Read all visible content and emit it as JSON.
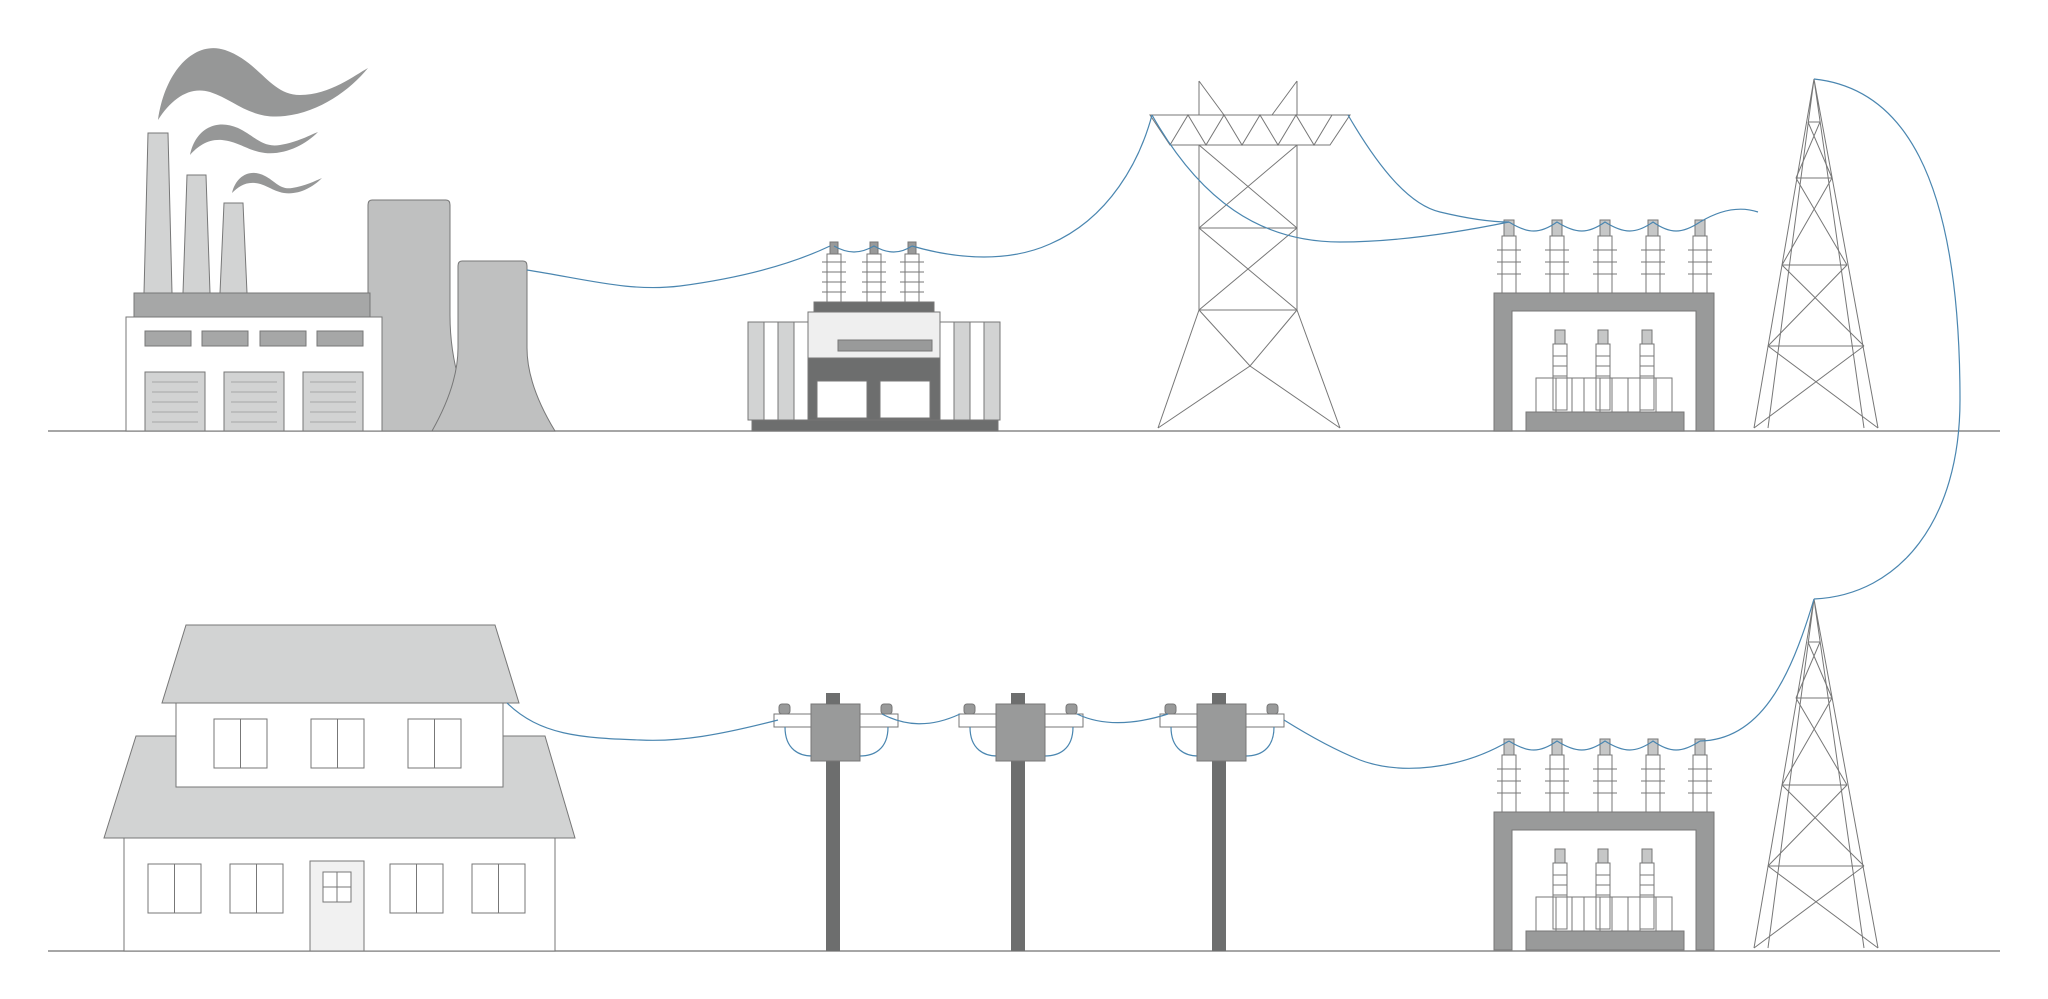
{
  "diagram": {
    "components": [
      {
        "id": "power-plant",
        "icon": "factory-icon"
      },
      {
        "id": "step-up-transformer",
        "icon": "transformer-icon"
      },
      {
        "id": "transmission-tower",
        "icon": "lattice-tower-icon"
      },
      {
        "id": "transmission-substation",
        "icon": "substation-icon"
      },
      {
        "id": "high-voltage-tower-top",
        "icon": "lattice-tower-icon"
      },
      {
        "id": "high-voltage-tower-bottom",
        "icon": "lattice-tower-icon"
      },
      {
        "id": "distribution-substation",
        "icon": "substation-icon"
      },
      {
        "id": "utility-pole-1",
        "icon": "pole-icon"
      },
      {
        "id": "utility-pole-2",
        "icon": "pole-icon"
      },
      {
        "id": "utility-pole-3",
        "icon": "pole-icon"
      },
      {
        "id": "house",
        "icon": "house-icon"
      }
    ]
  },
  "colors": {
    "line": "#4a86b0",
    "stroke": "#777777",
    "light": "#d2d3d3",
    "mid": "#999a9a",
    "dark": "#6d6e6e",
    "ground": "#888888",
    "smoke": "#969797"
  }
}
